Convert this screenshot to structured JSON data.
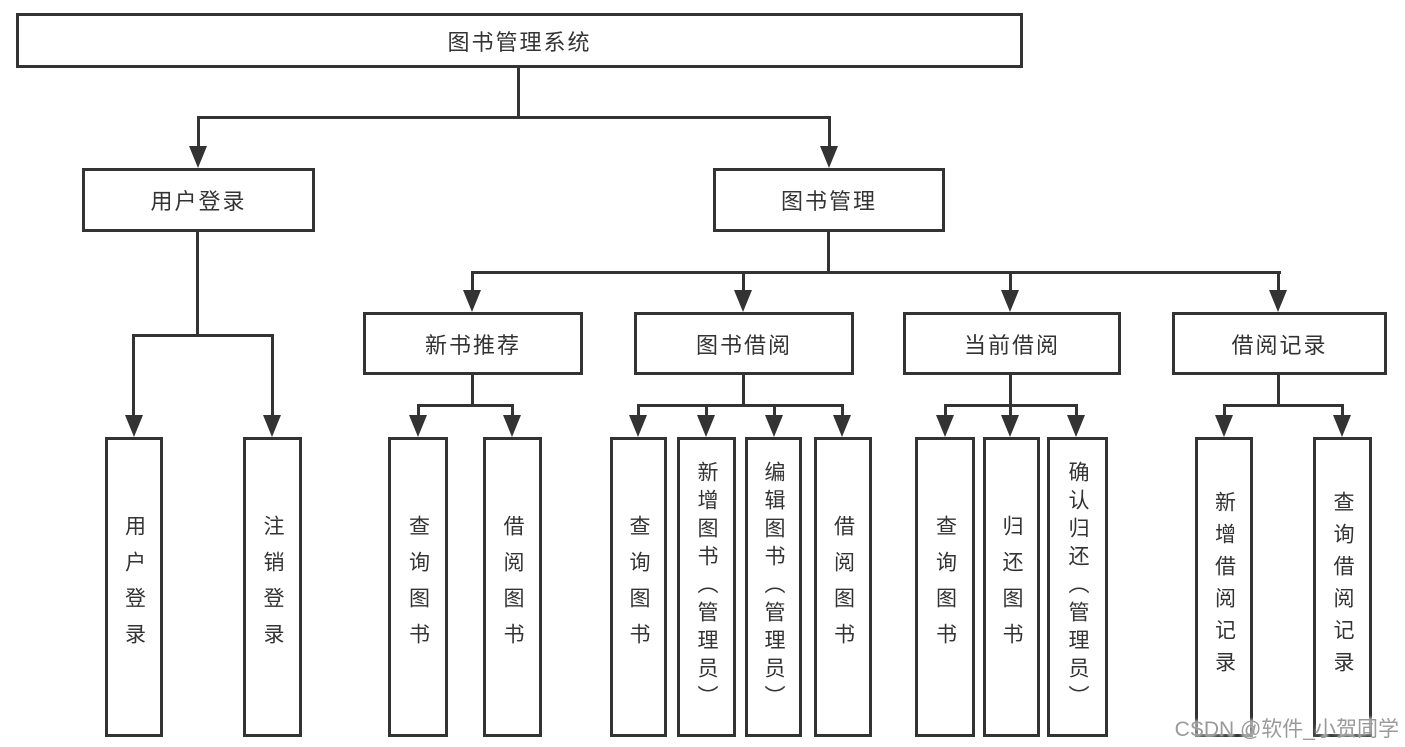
{
  "diagram_type": "hierarchy-tree",
  "colors": {
    "line": "#333333",
    "box_border": "#333333",
    "box_background": "#ffffff",
    "text": "#333333",
    "watermark": "#9a9a9a"
  },
  "watermark": {
    "text": "CSDN @软件_小贺同学"
  },
  "tree": {
    "root": {
      "label": "图书管理系统",
      "children": [
        {
          "label": "用户登录",
          "children": [
            {
              "label": "用户登录"
            },
            {
              "label": "注销登录"
            }
          ]
        },
        {
          "label": "图书管理",
          "children": [
            {
              "label": "新书推荐",
              "children": [
                {
                  "label": "查询图书"
                },
                {
                  "label": "借阅图书"
                }
              ]
            },
            {
              "label": "图书借阅",
              "children": [
                {
                  "label": "查询图书"
                },
                {
                  "label": "新增图书（管理员）"
                },
                {
                  "label": "编辑图书（管理员）"
                },
                {
                  "label": "借阅图书"
                }
              ]
            },
            {
              "label": "当前借阅",
              "children": [
                {
                  "label": "查询图书"
                },
                {
                  "label": "归还图书"
                },
                {
                  "label": "确认归还（管理员）"
                }
              ]
            },
            {
              "label": "借阅记录",
              "children": [
                {
                  "label": "新增借阅记录"
                },
                {
                  "label": "查询借阅记录"
                }
              ]
            }
          ]
        }
      ]
    }
  }
}
